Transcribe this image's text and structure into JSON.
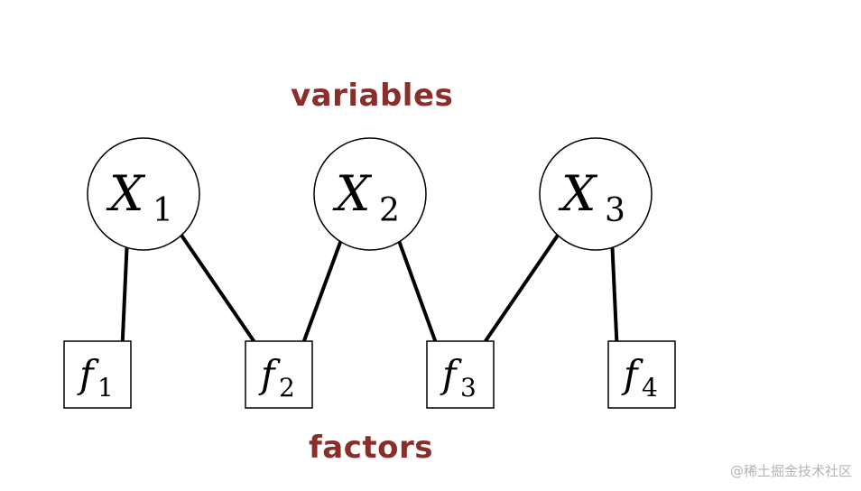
{
  "title_variables": "variables",
  "title_factors": "factors",
  "watermark": "@稀土掘金技术社区",
  "colors": {
    "accent": "#8b2e2a",
    "stroke": "#000000",
    "watermark": "#b4b4b4"
  },
  "variables": [
    {
      "id": "X1",
      "letter": "X",
      "sub": "1"
    },
    {
      "id": "X2",
      "letter": "X",
      "sub": "2"
    },
    {
      "id": "X3",
      "letter": "X",
      "sub": "3"
    }
  ],
  "factors": [
    {
      "id": "f1",
      "letter": "f",
      "sub": "1"
    },
    {
      "id": "f2",
      "letter": "f",
      "sub": "2"
    },
    {
      "id": "f3",
      "letter": "f",
      "sub": "3"
    },
    {
      "id": "f4",
      "letter": "f",
      "sub": "4"
    }
  ],
  "edges": [
    {
      "from": "X1",
      "to": "f1"
    },
    {
      "from": "X1",
      "to": "f2"
    },
    {
      "from": "X2",
      "to": "f2"
    },
    {
      "from": "X2",
      "to": "f3"
    },
    {
      "from": "X3",
      "to": "f3"
    },
    {
      "from": "X3",
      "to": "f4"
    }
  ]
}
